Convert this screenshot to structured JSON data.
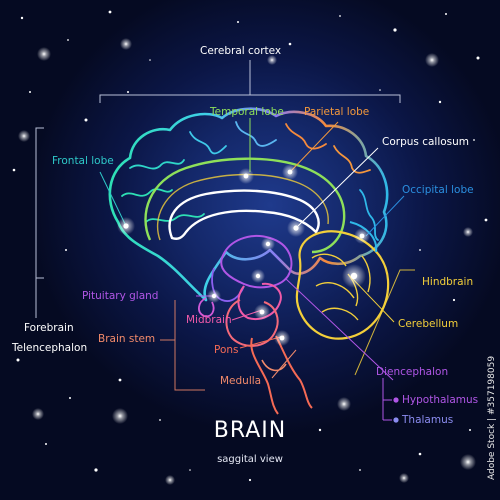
{
  "diagram": {
    "title": "BRAIN",
    "subtitle": "saggital view",
    "watermark": "Adobe Stock | #357198059",
    "labels": {
      "cerebral_cortex": "Cerebral cortex",
      "temporal_lobe": "Temporal lobe",
      "parietal_lobe": "Parietal lobe",
      "corpus_callosum": "Corpus callosum",
      "frontal_lobe": "Frontal lobe",
      "occipital_lobe": "Occipital lobe",
      "hindbrain": "Hindbrain",
      "pituitary_gland": "Pituitary gland",
      "midbrain": "Midbrain",
      "brain_stem": "Brain stem",
      "pons": "Pons",
      "cerebellum": "Cerebellum",
      "medulla": "Medulla",
      "diencephalon": "Diencephalon",
      "hypothalamus": "Hypothalamus",
      "thalamus": "Thalamus",
      "forebrain": "Forebrain",
      "telencephalon": "Telencephalon"
    },
    "colors": {
      "white": "#ffffff",
      "green": "#8ee05a",
      "orange": "#f59a3c",
      "cyan": "#2ec8c8",
      "teal": "#27c7b4",
      "blue": "#2b8fe0",
      "yellow": "#f3cf3a",
      "purple": "#b056e6",
      "pink": "#f05aa8",
      "red_orange": "#f56a55",
      "salmon": "#f28a6a"
    }
  }
}
